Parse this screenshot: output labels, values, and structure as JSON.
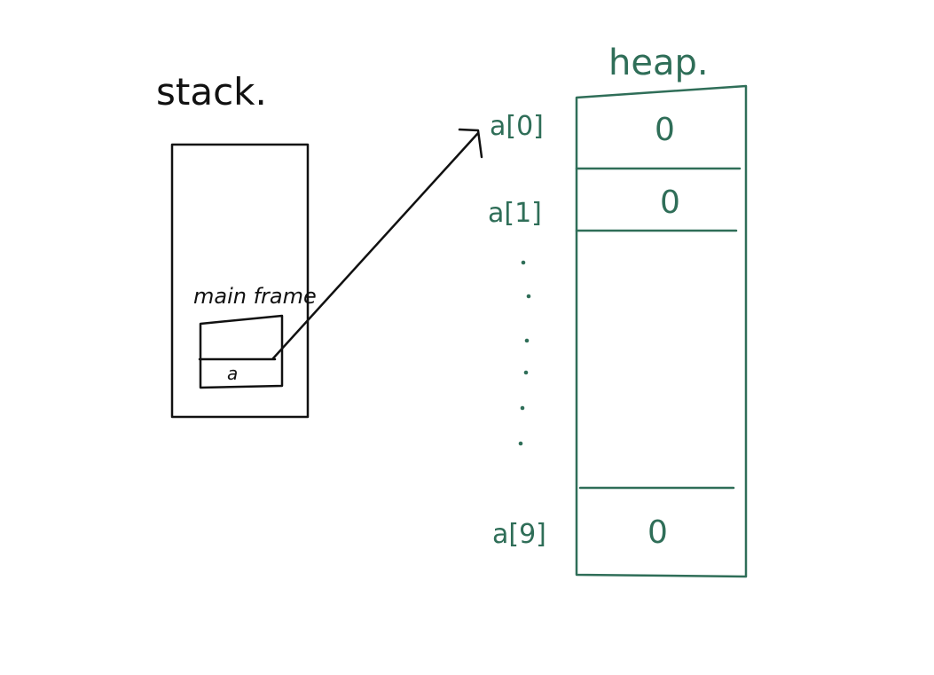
{
  "stack": {
    "title": "stack.",
    "frame_label": "main frame",
    "variable_label": "a"
  },
  "heap": {
    "title": "heap.",
    "cells": [
      {
        "index_label": "a[0]",
        "value": "0"
      },
      {
        "index_label": "a[1]",
        "value": "0"
      },
      {
        "index_label": "a[9]",
        "value": "0"
      }
    ]
  },
  "colors": {
    "stack_ink": "#111111",
    "heap_ink": "#2f6e58"
  }
}
